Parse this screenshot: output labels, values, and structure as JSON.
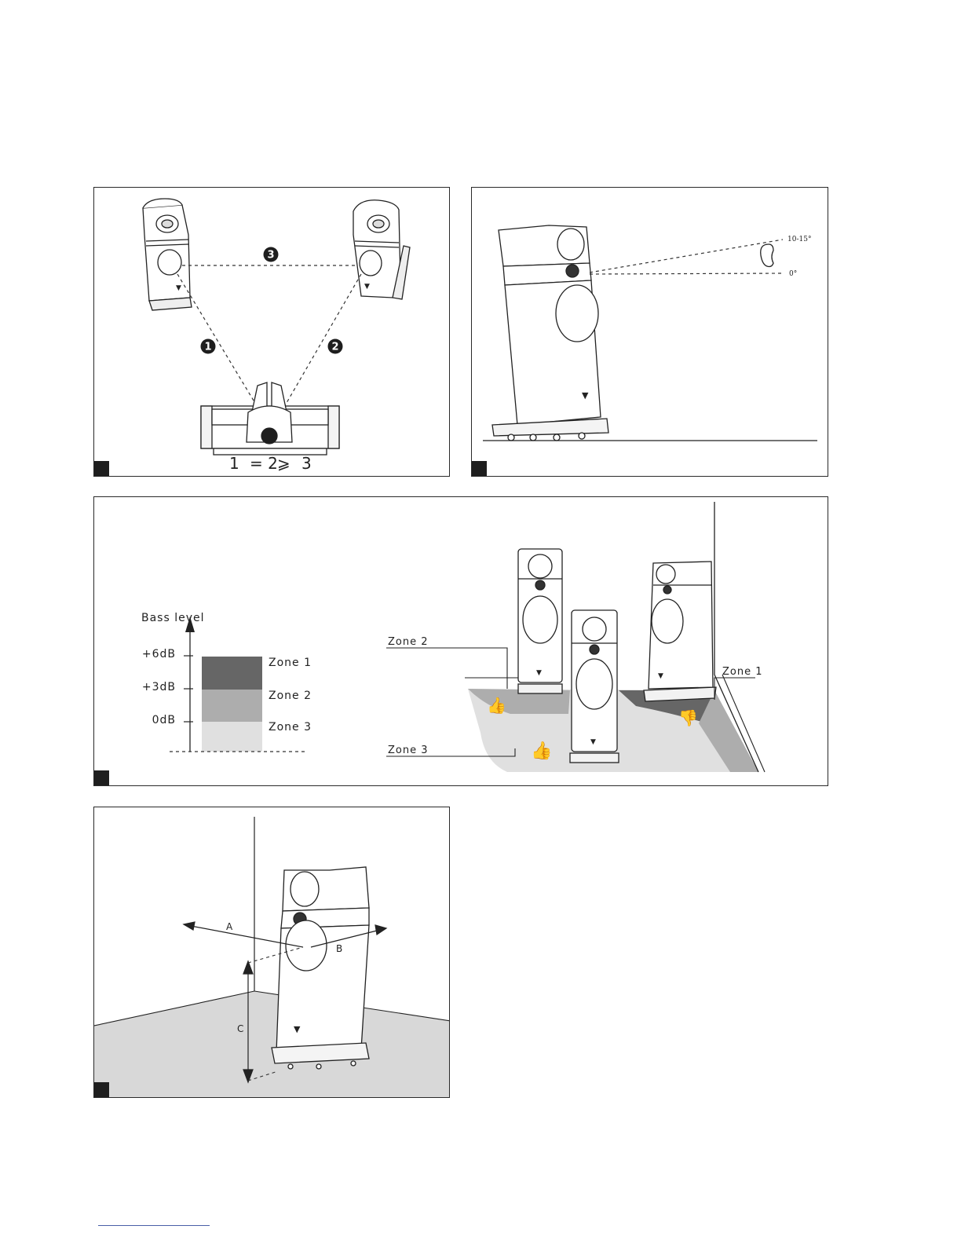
{
  "panel1": {
    "markers": {
      "one": "1",
      "two": "2",
      "three": "3"
    },
    "formula": {
      "a": "1",
      "op1": "= 2",
      "op2": "⩾",
      "b": "3"
    }
  },
  "panel2": {
    "angle_upper": "10-15°",
    "angle_lower": "0°"
  },
  "panel3": {
    "axis_title": "Bass level",
    "levels": [
      "+6dB",
      "+3dB",
      "0dB"
    ],
    "zones": [
      "Zone 1",
      "Zone 2",
      "Zone 3"
    ],
    "room_labels": {
      "zone2": "Zone 2",
      "zone3": "Zone 3",
      "zone1": "Zone 1"
    },
    "colors": {
      "zone1": "#666666",
      "zone2": "#adadad",
      "zone3": "#e0e0e0",
      "floor": "#d8d8d8"
    }
  },
  "panel4": {
    "dim_a": "A",
    "dim_b": "B",
    "dim_c": "C"
  }
}
